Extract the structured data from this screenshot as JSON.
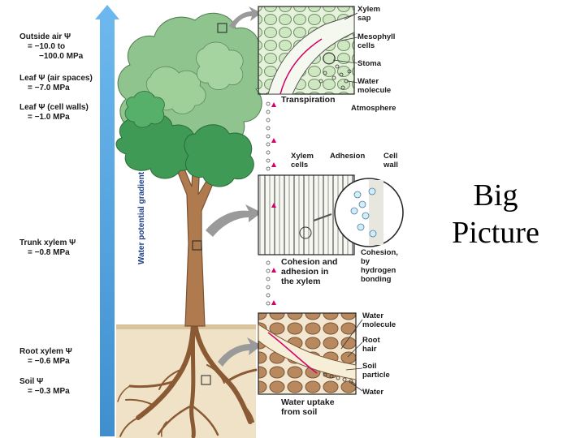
{
  "left_labels": {
    "outside_air": [
      "Outside air Ψ",
      "= −10.0 to",
      "−100.0 MPa"
    ],
    "leaf_air": [
      "Leaf Ψ (air spaces)",
      "= −7.0 MPa"
    ],
    "leaf_walls": [
      "Leaf Ψ (cell walls)",
      "= −1.0 MPa"
    ],
    "trunk_xylem": [
      "Trunk xylem Ψ",
      "= −0.8 MPa"
    ],
    "root_xylem": [
      "Root xylem Ψ",
      "= −0.6 MPa"
    ],
    "soil": [
      "Soil Ψ",
      "= −0.3 MPa"
    ]
  },
  "gradient_label": "Water potential gradient",
  "panel_top": {
    "xylem_sap": [
      "Xylem",
      "sap"
    ],
    "mesophyll": [
      "Mesophyll",
      "cells"
    ],
    "stoma": "Stoma",
    "water_molecule": [
      "Water",
      "molecule"
    ],
    "transpiration": "Transpiration",
    "atmosphere": "Atmosphere"
  },
  "panel_middle": {
    "xylem_cells": [
      "Xylem",
      "cells"
    ],
    "adhesion": "Adhesion",
    "cell_wall": [
      "Cell",
      "wall"
    ],
    "cohesion_adhesion": [
      "Cohesion and",
      "adhesion in",
      "the xylem"
    ],
    "cohesion_hydrogen": [
      "Cohesion,",
      "by",
      "hydrogen",
      "bonding"
    ]
  },
  "panel_bottom": {
    "water_molecule": [
      "Water",
      "molecule"
    ],
    "root_hair": [
      "Root",
      "hair"
    ],
    "soil_particle": [
      "Soil",
      "particle"
    ],
    "water": "Water",
    "water_uptake": [
      "Water uptake",
      "from soil"
    ]
  },
  "big_picture": [
    "Big",
    "Picture"
  ],
  "colors": {
    "gradient_arrow": "#5aa8e0",
    "foliage": "#7fbf7f",
    "foliage_dark": "#3f8f4f",
    "trunk": "#b07a4f",
    "soil": "#e8d8b8",
    "arrow_grey": "#8c8c8c",
    "water_marker": "#d4006a"
  }
}
